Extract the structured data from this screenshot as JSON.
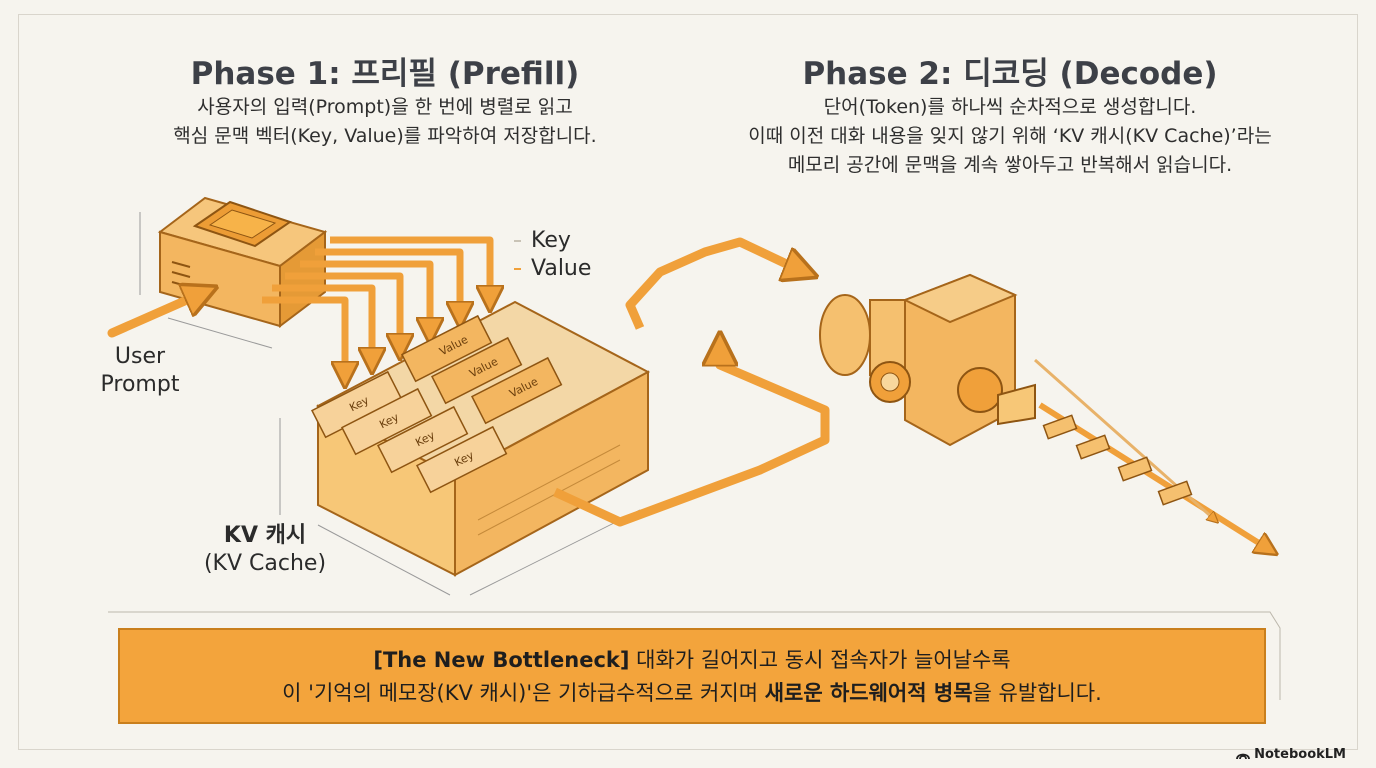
{
  "phase1": {
    "title": "Phase 1: 프리필 (Prefill)",
    "desc_lines": [
      "사용자의 입력(Prompt)을 한 번에 병렬로 읽고",
      "핵심 문맥 벡터(Key, Value)를 파악하여 저장합니다."
    ]
  },
  "phase2": {
    "title": "Phase 2: 디코딩 (Decode)",
    "desc_lines": [
      "단어(Token)를 하나씩 순차적으로 생성합니다.",
      "이때 이전 대화 내용을 잊지 않기 위해 ‘KV 캐시(KV Cache)’라는",
      "메모리 공간에 문맥을 계속 쌓아두고 반복해서 읽습니다."
    ]
  },
  "labels": {
    "user_prompt": [
      "User",
      "Prompt"
    ],
    "kv_cache_main": "KV 캐시",
    "kv_cache_sub": "(KV Cache)"
  },
  "legend": [
    {
      "label": "Key",
      "color": "#c9c3b6"
    },
    {
      "label": "Value",
      "color": "#f0a03a"
    }
  ],
  "cache_blocks": [
    "Key",
    "Key",
    "Key",
    "Key",
    "Value",
    "Value",
    "Value"
  ],
  "banner": {
    "line1_bold": "[The New Bottleneck]",
    "line1_rest": " 대화가 길어지고 동시 접속자가 늘어날수록",
    "line2_start": "이 '기억의 메모장(KV 캐시)'은 기하급수적으로 커지며 ",
    "line2_bold": "새로운 하드웨어적 병목",
    "line2_end": "을 유발합니다."
  },
  "brand": "NotebookLM",
  "colors": {
    "accent": "#f0a03a",
    "outline": "#b8711c",
    "background": "#f6f4ee",
    "banner": "#f3a43c"
  }
}
